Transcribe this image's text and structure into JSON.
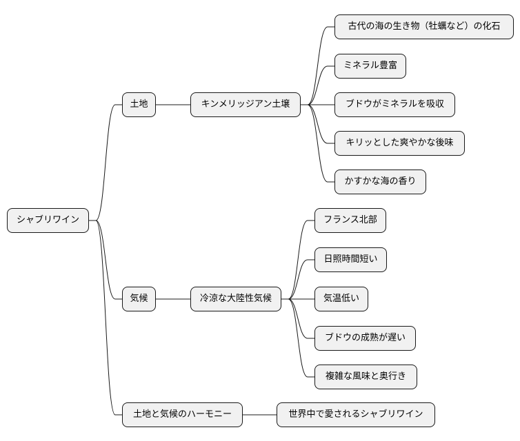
{
  "mindmap": {
    "root": "シャブリワイン",
    "branches": [
      {
        "label": "土地",
        "child": {
          "label": "キンメリッジアン土壌",
          "leaves": [
            "古代の海の生き物（牡蠣など）の化石",
            "ミネラル豊富",
            "ブドウがミネラルを吸収",
            "キリッとした爽やかな後味",
            "かすかな海の香り"
          ]
        }
      },
      {
        "label": "気候",
        "child": {
          "label": "冷涼な大陸性気候",
          "leaves": [
            "フランス北部",
            "日照時間短い",
            "気温低い",
            "ブドウの成熟が遅い",
            "複雑な風味と奥行き"
          ]
        }
      },
      {
        "label": "土地と気候のハーモニー",
        "child": {
          "label": "世界中で愛されるシャブリワイン",
          "leaves": []
        }
      }
    ]
  },
  "colors": {
    "node_fill": "#f1f1f1",
    "node_border": "#181818",
    "line": "#181818",
    "text": "#000000",
    "background": "#ffffff"
  }
}
